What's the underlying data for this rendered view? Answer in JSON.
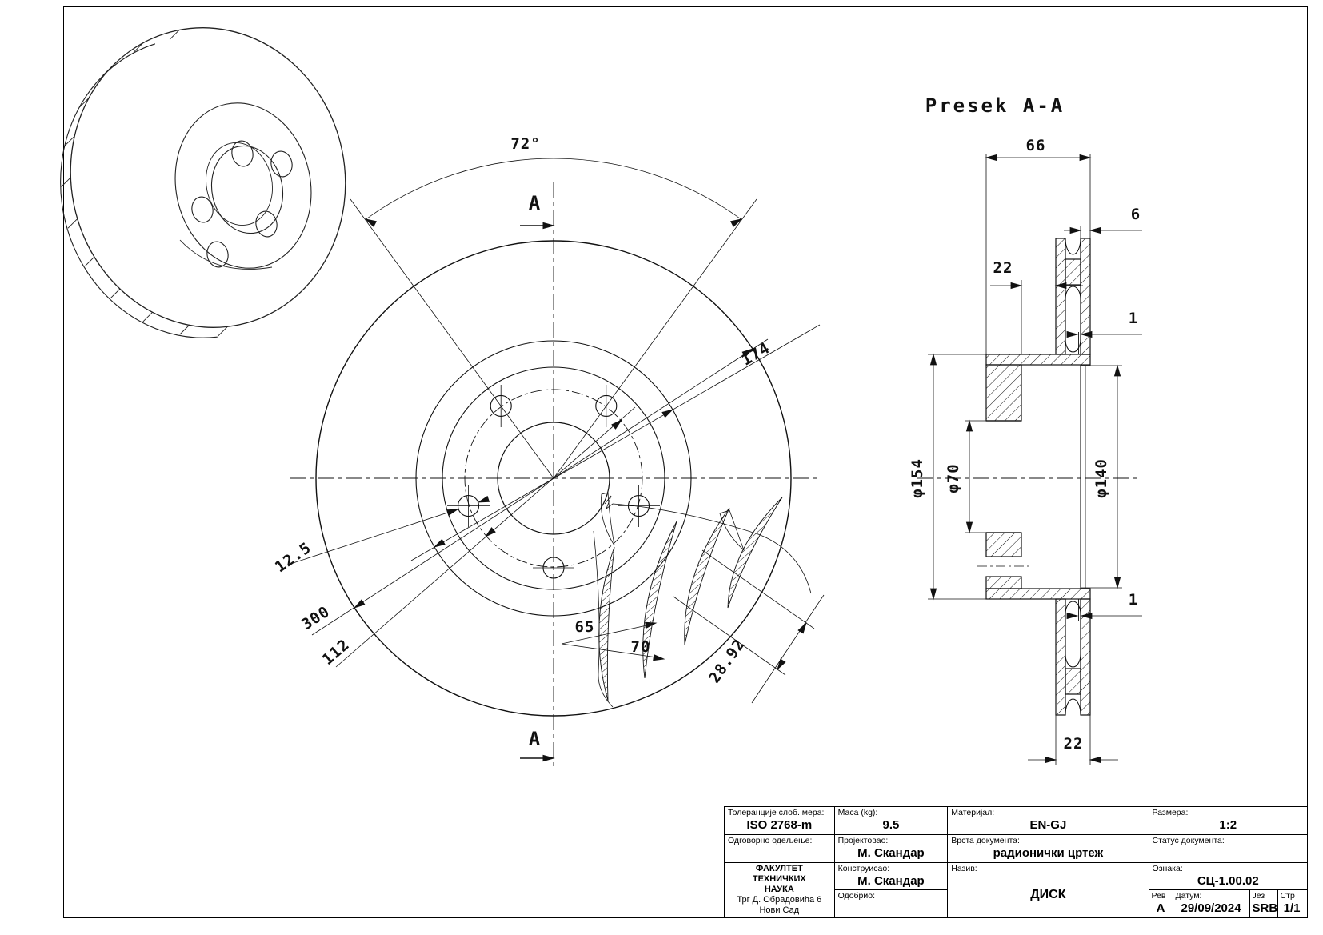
{
  "sheet": {
    "kind": "technical drawing",
    "part": "ventilated brake disc"
  },
  "iso_view": {
    "name": "isometric wireframe of disc"
  },
  "front_view": {
    "angle_dim": "72°",
    "section_marker_top": "A",
    "section_marker_bottom": "A",
    "dim_174": "174",
    "dim_12_5": "12.5",
    "dim_300": "300",
    "dim_112": "112",
    "dim_65": "65",
    "dim_70": "70",
    "dim_28_92": "28.92"
  },
  "section_view": {
    "title": "Presek A-A",
    "dim_66": "66",
    "dim_6": "6",
    "dim_22_top": "22",
    "dim_1_top": "1",
    "dim_154": "φ154",
    "dim_70": "φ70",
    "dim_140": "φ140",
    "dim_1_bottom": "1",
    "dim_22_bottom": "22"
  },
  "title_block": {
    "tolerances_label": "Толеранције слоб. мера:",
    "tolerances_value": "ISO 2768-m",
    "mass_label": "Маса (kg):",
    "mass_value": "9.5",
    "material_label": "Материјал:",
    "material_value": "EN-GJ",
    "scale_label": "Размера:",
    "scale_value": "1:2",
    "dept_label": "Одговорно одељење:",
    "designed_label": "Пројектовао:",
    "designed_value": "М. Скандар",
    "doctype_label": "Врста документа:",
    "doctype_value": "радионички цртеж",
    "status_label": "Статус документа:",
    "org_line1": "ФАКУЛТЕТ ТЕХНИЧКИХ",
    "org_line2": "НАУКА",
    "org_line3": "Трг Д. Обрадовића 6",
    "org_line4": "Нови Сад",
    "constructed_label": "Конструисао:",
    "constructed_value": "М. Скандар",
    "approved_label": "Одобрио:",
    "name_label": "Назив:",
    "name_value": "ДИСК",
    "code_label": "Ознака:",
    "code_value": "СЦ-1.00.02",
    "rev_label": "Рев",
    "rev_value": "А",
    "date_label": "Датум:",
    "date_value": "29/09/2024",
    "lang_label": "Јез",
    "lang_value": "SRB",
    "page_label": "Стр",
    "page_value": "1/1"
  }
}
